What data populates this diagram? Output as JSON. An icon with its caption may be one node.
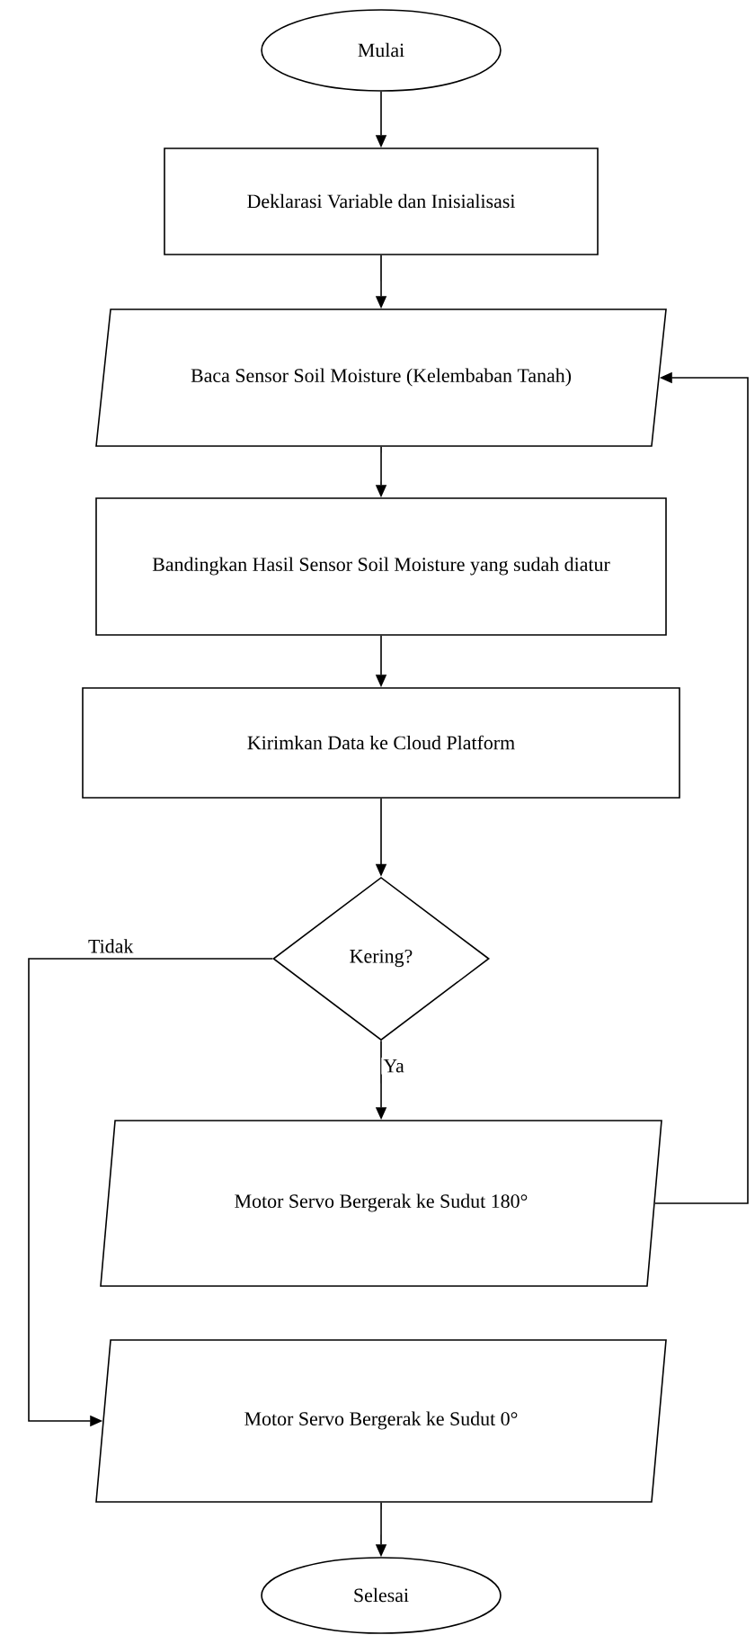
{
  "diagram": {
    "nodes": [
      {
        "text": [
          "Mulai"
        ]
      },
      {
        "text": [
          "Deklarasi Variable dan Inisialisasi"
        ]
      },
      {
        "text": [
          "Baca Sensor Soil Moisture (Kelembaban Tanah)"
        ]
      },
      {
        "text": [
          "Bandingkan Hasil Sensor Soil Moisture yang sudah diatur"
        ]
      },
      {
        "text": [
          "Kirimkan Data ke Cloud Platform"
        ]
      },
      {
        "text": [
          "Kering?"
        ]
      },
      {
        "text": [
          "Motor Servo Bergerak ke Sudut 180°"
        ]
      },
      {
        "text": [
          "Motor Servo Bergerak ke Sudut 0°"
        ]
      },
      {
        "text": [
          "Selesai"
        ]
      }
    ],
    "edges": [
      {
        "from": 0,
        "to": 1,
        "arrow": "to"
      },
      {
        "from": 1,
        "to": 2,
        "arrow": "to"
      },
      {
        "from": 2,
        "to": 3,
        "arrow": "to"
      },
      {
        "from": 3,
        "to": 4,
        "arrow": "to"
      },
      {
        "from": 4,
        "to": 5,
        "arrow": "to"
      },
      {
        "from": 5,
        "to": 6,
        "arrow": "to",
        "label": "Ya"
      },
      {
        "from": 5,
        "to": 7,
        "arrow": "to",
        "label": "Tidak"
      },
      {
        "from": 6,
        "to": 2,
        "arrow": "to"
      },
      {
        "from": 7,
        "to": 8,
        "arrow": "to"
      }
    ]
  }
}
